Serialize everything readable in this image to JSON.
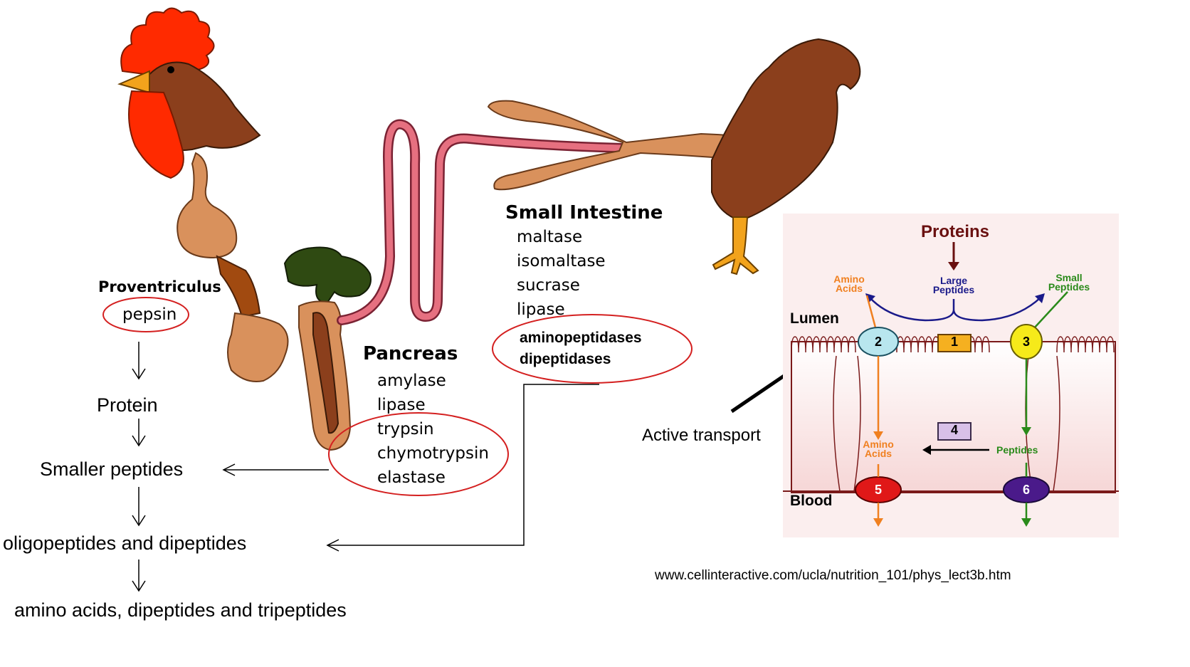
{
  "flow": {
    "protein": "Protein",
    "smaller_peptides": "Smaller peptides",
    "oligopeptides": "oligopeptides and dipeptides",
    "amino_acids": "amino acids, dipeptides and tripeptides"
  },
  "proventriculus": {
    "title": "Proventriculus",
    "enzymes": [
      "pepsin"
    ]
  },
  "pancreas": {
    "title": "Pancreas",
    "enzymes": [
      "amylase",
      "lipase",
      "trypsin",
      "chymotrypsin",
      "elastase"
    ]
  },
  "small_intestine": {
    "title": "Small Intestine",
    "enzymes": [
      "maltase",
      "isomaltase",
      "sucrase",
      "lipase"
    ],
    "bold_enzymes": [
      "aminopeptidases",
      "dipeptidases"
    ]
  },
  "active_transport": "Active transport",
  "footer_url": "www.cellinteractive.com/ucla/nutrition_101/phys_lect3b.htm",
  "inset": {
    "proteins": "Proteins",
    "amino_acids_top": [
      "Amino",
      "Acids"
    ],
    "large_peptides": [
      "Large",
      "Peptides"
    ],
    "small_peptides": [
      "Small",
      "Peptides"
    ],
    "lumen": "Lumen",
    "blood": "Blood",
    "amino_acids_mid": [
      "Amino",
      "Acids"
    ],
    "peptides": "Peptides",
    "numbers": [
      "1",
      "2",
      "3",
      "4",
      "5",
      "6"
    ]
  }
}
